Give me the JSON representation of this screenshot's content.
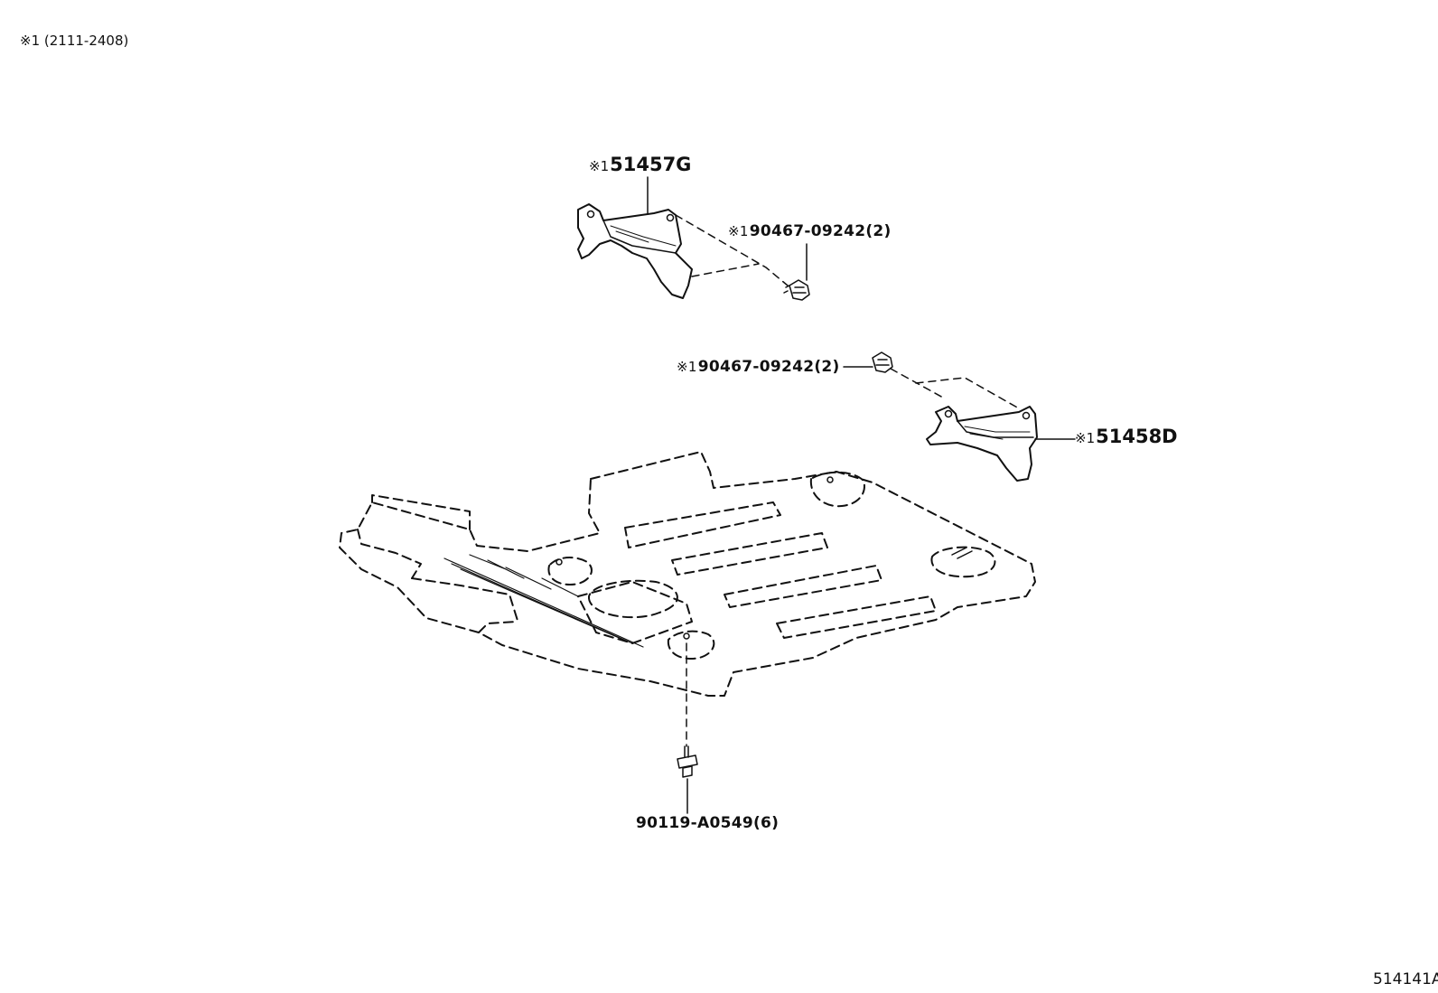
{
  "range_note": "※1 (2111-2408)",
  "diagram_id": "514141A",
  "callouts": {
    "bracket_upper": {
      "mark": "※1",
      "part": "51457G"
    },
    "bolt_upper": {
      "mark": "※1",
      "part": "90467-09242(2)"
    },
    "bolt_lower": {
      "mark": "※1",
      "part": "90467-09242(2)"
    },
    "bracket_lower": {
      "mark": "※1",
      "part": "51458D"
    },
    "skid_bolt": {
      "part": "90119-A0549(6)"
    }
  }
}
